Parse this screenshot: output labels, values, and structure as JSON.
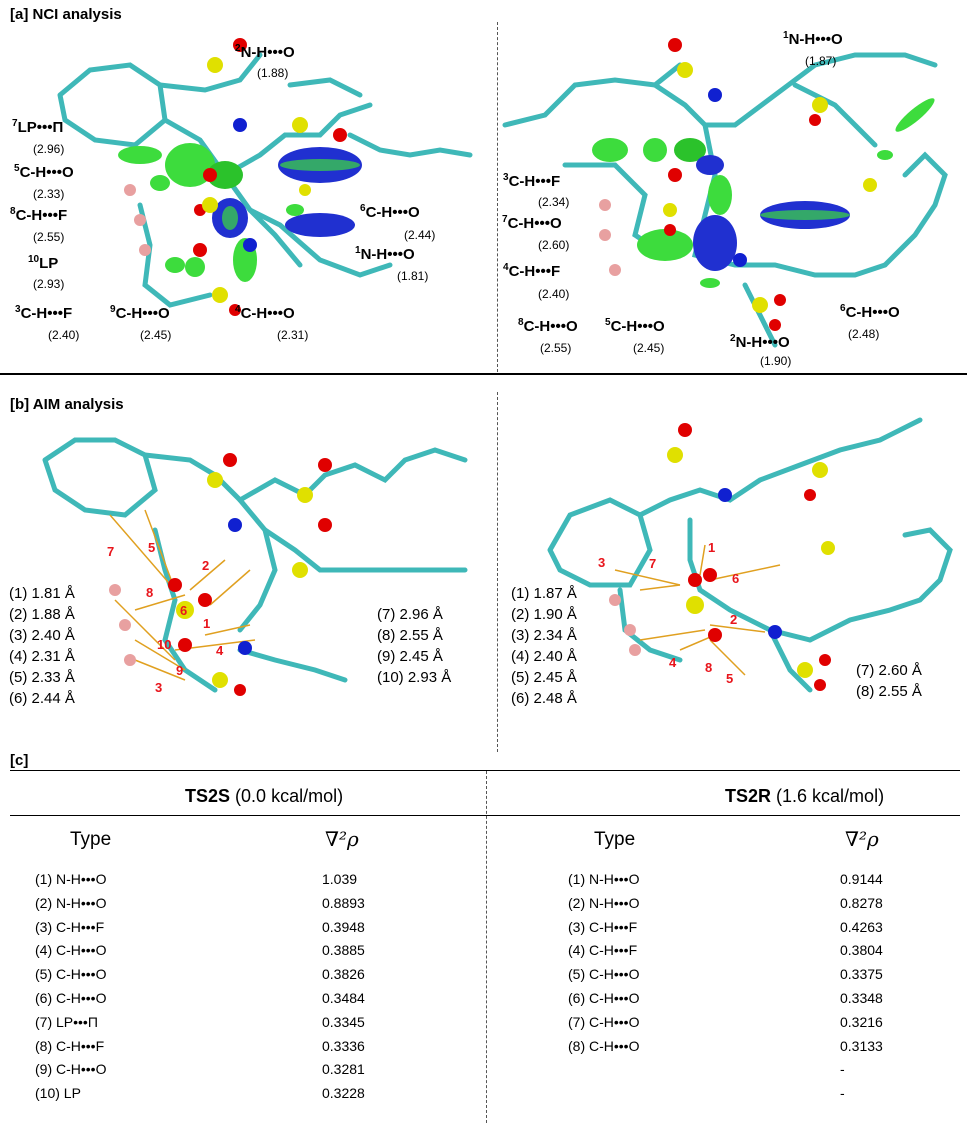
{
  "panels": {
    "a": {
      "tag": "[a]",
      "title": "NCI analysis"
    },
    "b": {
      "tag": "[b]",
      "title": "AIM analysis"
    },
    "c": {
      "tag": "[c]"
    }
  },
  "nci_left": [
    {
      "sup": "2",
      "text": "N-H•••O",
      "dist": "(1.88)"
    },
    {
      "sup": "7",
      "text": "LP•••Π",
      "dist": "(2.96)"
    },
    {
      "sup": "5",
      "text": "C-H•••O",
      "dist": "(2.33)"
    },
    {
      "sup": "8",
      "text": "C-H•••F",
      "dist": "(2.55)"
    },
    {
      "sup": "10",
      "text": "LP",
      "dist": "(2.93)"
    },
    {
      "sup": "3",
      "text": "C-H•••F",
      "dist": "(2.40)"
    },
    {
      "sup": "9",
      "text": "C-H•••O",
      "dist": "(2.45)"
    },
    {
      "sup": "4",
      "text": "C-H•••O",
      "dist": "(2.31)"
    },
    {
      "sup": "6",
      "text": "C-H•••O",
      "dist": "(2.44)"
    },
    {
      "sup": "1",
      "text": "N-H•••O",
      "dist": "(1.81)"
    }
  ],
  "nci_right": [
    {
      "sup": "1",
      "text": "N-H•••O",
      "dist": "(1.87)"
    },
    {
      "sup": "3",
      "text": "C-H•••F",
      "dist": "(2.34)"
    },
    {
      "sup": "7",
      "text": "C-H•••O",
      "dist": "(2.60)"
    },
    {
      "sup": "4",
      "text": "C-H•••F",
      "dist": "(2.40)"
    },
    {
      "sup": "8",
      "text": "C-H•••O",
      "dist": "(2.55)"
    },
    {
      "sup": "5",
      "text": "C-H•••O",
      "dist": "(2.45)"
    },
    {
      "sup": "2",
      "text": "N-H•••O",
      "dist": "(1.90)"
    },
    {
      "sup": "6",
      "text": "C-H•••O",
      "dist": "(2.48)"
    }
  ],
  "aim_left": {
    "col1": [
      "(1) 1.81 Å",
      "(2) 1.88 Å",
      "(3) 2.40 Å",
      "(4) 2.31 Å",
      "(5) 2.33 Å",
      "(6) 2.44 Å"
    ],
    "col2": [
      "(7) 2.96 Å",
      "(8) 2.55 Å",
      "(9) 2.45 Å",
      "(10) 2.93 Å"
    ],
    "markers": [
      "7",
      "5",
      "2",
      "8",
      "6",
      "1",
      "10",
      "4",
      "9",
      "3"
    ]
  },
  "aim_right": {
    "col1": [
      "(1) 1.87 Å",
      "(2) 1.90 Å",
      "(3) 2.34 Å",
      "(4) 2.40 Å",
      "(5) 2.45 Å",
      "(6) 2.48 Å"
    ],
    "col2": [
      "(7) 2.60 Å",
      "(8) 2.55 Å"
    ],
    "markers": [
      "3",
      "7",
      "1",
      "6",
      "2",
      "4",
      "8",
      "5"
    ]
  },
  "table": {
    "left_title": "TS2S",
    "left_energy": "(0.0 kcal/mol)",
    "right_title": "TS2R",
    "right_energy": "(1.6 kcal/mol)",
    "type_header": "Type",
    "lap_header": "∇²ρ",
    "left_rows": [
      {
        "type": "(1) N-H•••O",
        "val": "1.039"
      },
      {
        "type": "(2) N-H•••O",
        "val": "0.8893"
      },
      {
        "type": "(3) C-H•••F",
        "val": "0.3948"
      },
      {
        "type": "(4) C-H•••O",
        "val": "0.3885"
      },
      {
        "type": "(5) C-H•••O",
        "val": "0.3826"
      },
      {
        "type": "(6) C-H•••O",
        "val": "0.3484"
      },
      {
        "type": "(7) LP•••Π",
        "val": "0.3345"
      },
      {
        "type": "(8) C-H•••F",
        "val": "0.3336"
      },
      {
        "type": "(9) C-H•••O",
        "val": "0.3281"
      },
      {
        "type": "(10) LP",
        "val": "0.3228"
      }
    ],
    "right_rows": [
      {
        "type": "(1) N-H•••O",
        "val": "0.9144"
      },
      {
        "type": "(2) N-H•••O",
        "val": "0.8278"
      },
      {
        "type": "(3) C-H•••F",
        "val": "0.4263"
      },
      {
        "type": "(4) C-H•••F",
        "val": "0.3804"
      },
      {
        "type": "(5) C-H•••O",
        "val": "0.3375"
      },
      {
        "type": "(6) C-H•••O",
        "val": "0.3348"
      },
      {
        "type": "(7) C-H•••O",
        "val": "0.3216"
      },
      {
        "type": "(8) C-H•••O",
        "val": "0.3133"
      },
      {
        "type": "",
        "val": "-"
      },
      {
        "type": "",
        "val": "-"
      }
    ]
  },
  "colors": {
    "carbon": "#3fb8b8",
    "oxygen": "#e00000",
    "nitrogen": "#1020d0",
    "sulfur": "#e0e000",
    "fluorine": "#e8a0a0",
    "hydrogen": "#e8e8e8",
    "nci_green": "#3ddc3d",
    "nci_blue": "#2030d0",
    "aim_path": "#e0a020",
    "marker_red": "#e8141b"
  }
}
